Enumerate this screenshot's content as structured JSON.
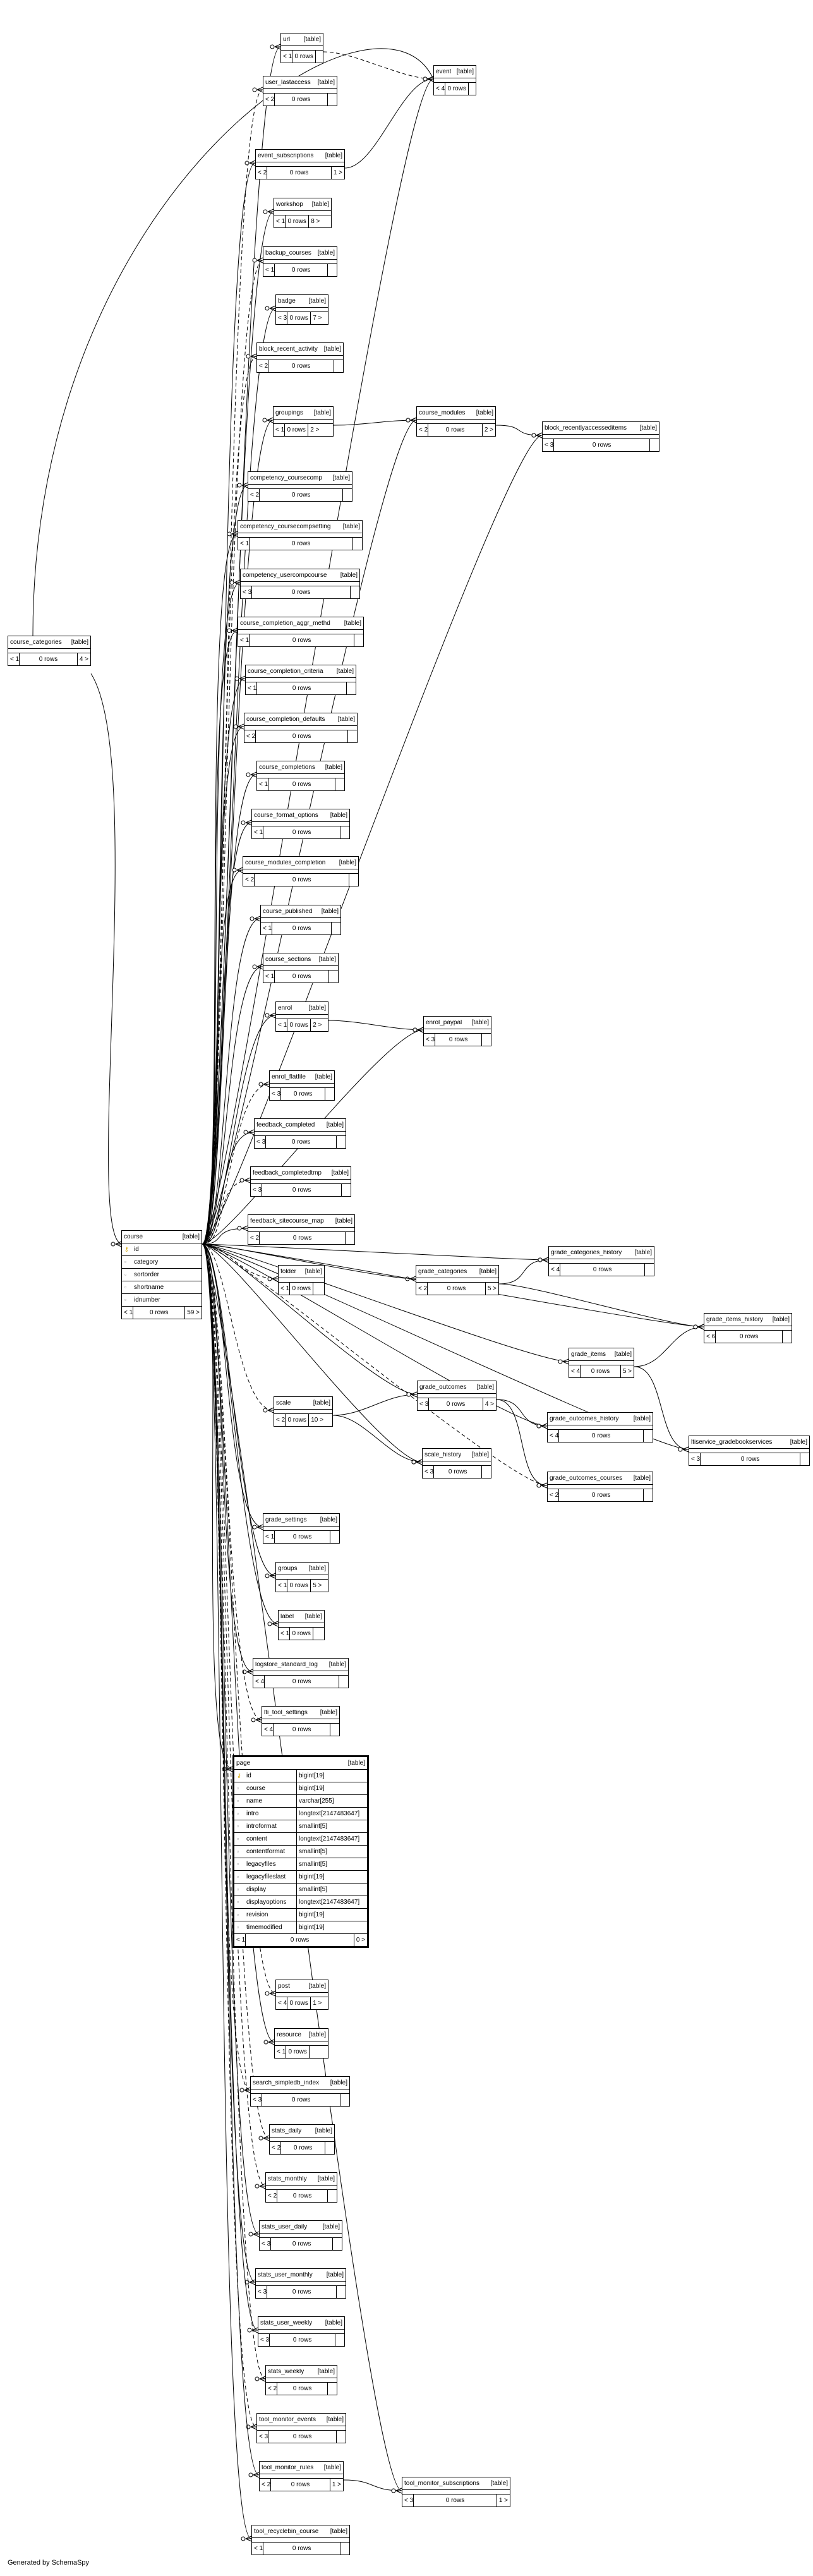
{
  "generated_by": "Generated by SchemaSpy",
  "tables": {
    "url": {
      "name": "url",
      "kind": "[table]",
      "parents": "< 1",
      "rows": "0 rows",
      "children": ""
    },
    "event": {
      "name": "event",
      "kind": "[table]",
      "parents": "< 4",
      "rows": "0 rows",
      "children": ""
    },
    "user_lastaccess": {
      "name": "user_lastaccess",
      "kind": "[table]",
      "parents": "< 2",
      "rows": "0 rows",
      "children": ""
    },
    "event_subscriptions": {
      "name": "event_subscriptions",
      "kind": "[table]",
      "parents": "< 2",
      "rows": "0 rows",
      "children": "1 >"
    },
    "workshop": {
      "name": "workshop",
      "kind": "[table]",
      "parents": "< 1",
      "rows": "0 rows",
      "children": "8 >"
    },
    "backup_courses": {
      "name": "backup_courses",
      "kind": "[table]",
      "parents": "< 1",
      "rows": "0 rows",
      "children": ""
    },
    "badge": {
      "name": "badge",
      "kind": "[table]",
      "parents": "< 3",
      "rows": "0 rows",
      "children": "7 >"
    },
    "block_recent_activity": {
      "name": "block_recent_activity",
      "kind": "[table]",
      "parents": "< 2",
      "rows": "0 rows",
      "children": ""
    },
    "groupings": {
      "name": "groupings",
      "kind": "[table]",
      "parents": "< 1",
      "rows": "0 rows",
      "children": "2 >"
    },
    "course_modules": {
      "name": "course_modules",
      "kind": "[table]",
      "parents": "< 2",
      "rows": "0 rows",
      "children": "2 >"
    },
    "block_recentlyaccesseditems": {
      "name": "block_recentlyaccesseditems",
      "kind": "[table]",
      "parents": "< 3",
      "rows": "0 rows",
      "children": ""
    },
    "competency_coursecomp": {
      "name": "competency_coursecomp",
      "kind": "[table]",
      "parents": "< 2",
      "rows": "0 rows",
      "children": ""
    },
    "competency_coursecompsetting": {
      "name": "competency_coursecompsetting",
      "kind": "[table]",
      "parents": "< 1",
      "rows": "0 rows",
      "children": ""
    },
    "competency_usercompcourse": {
      "name": "competency_usercompcourse",
      "kind": "[table]",
      "parents": "< 3",
      "rows": "0 rows",
      "children": ""
    },
    "course_categories": {
      "name": "course_categories",
      "kind": "[table]",
      "parents": "< 1",
      "rows": "0 rows",
      "children": "4 >"
    },
    "course_completion_aggr_methd": {
      "name": "course_completion_aggr_methd",
      "kind": "[table]",
      "parents": "< 1",
      "rows": "0 rows",
      "children": ""
    },
    "course_completion_criteria": {
      "name": "course_completion_criteria",
      "kind": "[table]",
      "parents": "< 1",
      "rows": "0 rows",
      "children": ""
    },
    "course_completion_defaults": {
      "name": "course_completion_defaults",
      "kind": "[table]",
      "parents": "< 2",
      "rows": "0 rows",
      "children": ""
    },
    "course_completions": {
      "name": "course_completions",
      "kind": "[table]",
      "parents": "< 1",
      "rows": "0 rows",
      "children": ""
    },
    "course_format_options": {
      "name": "course_format_options",
      "kind": "[table]",
      "parents": "< 1",
      "rows": "0 rows",
      "children": ""
    },
    "course_modules_completion": {
      "name": "course_modules_completion",
      "kind": "[table]",
      "parents": "< 2",
      "rows": "0 rows",
      "children": ""
    },
    "course_published": {
      "name": "course_published",
      "kind": "[table]",
      "parents": "< 1",
      "rows": "0 rows",
      "children": ""
    },
    "course_sections": {
      "name": "course_sections",
      "kind": "[table]",
      "parents": "< 1",
      "rows": "0 rows",
      "children": ""
    },
    "enrol": {
      "name": "enrol",
      "kind": "[table]",
      "parents": "< 1",
      "rows": "0 rows",
      "children": "2 >"
    },
    "enrol_paypal": {
      "name": "enrol_paypal",
      "kind": "[table]",
      "parents": "< 3",
      "rows": "0 rows",
      "children": ""
    },
    "enrol_flatfile": {
      "name": "enrol_flatfile",
      "kind": "[table]",
      "parents": "< 3",
      "rows": "0 rows",
      "children": ""
    },
    "feedback_completed": {
      "name": "feedback_completed",
      "kind": "[table]",
      "parents": "< 3",
      "rows": "0 rows",
      "children": ""
    },
    "feedback_completedtmp": {
      "name": "feedback_completedtmp",
      "kind": "[table]",
      "parents": "< 3",
      "rows": "0 rows",
      "children": ""
    },
    "feedback_sitecourse_map": {
      "name": "feedback_sitecourse_map",
      "kind": "[table]",
      "parents": "< 2",
      "rows": "0 rows",
      "children": ""
    },
    "course": {
      "name": "course",
      "kind": "[table]",
      "parents": "< 1",
      "rows": "0 rows",
      "children": "59 >",
      "columns": [
        {
          "name": "id",
          "pk": true
        },
        {
          "name": "category",
          "pk": false
        },
        {
          "name": "sortorder",
          "pk": false
        },
        {
          "name": "shortname",
          "pk": false
        },
        {
          "name": "idnumber",
          "pk": false
        }
      ]
    },
    "folder": {
      "name": "folder",
      "kind": "[table]",
      "parents": "< 1",
      "rows": "0 rows",
      "children": ""
    },
    "grade_categories": {
      "name": "grade_categories",
      "kind": "[table]",
      "parents": "< 2",
      "rows": "0 rows",
      "children": "5 >"
    },
    "grade_categories_history": {
      "name": "grade_categories_history",
      "kind": "[table]",
      "parents": "< 4",
      "rows": "0 rows",
      "children": ""
    },
    "grade_items_history": {
      "name": "grade_items_history",
      "kind": "[table]",
      "parents": "< 6",
      "rows": "0 rows",
      "children": ""
    },
    "grade_items": {
      "name": "grade_items",
      "kind": "[table]",
      "parents": "< 4",
      "rows": "0 rows",
      "children": "5 >"
    },
    "scale": {
      "name": "scale",
      "kind": "[table]",
      "parents": "< 2",
      "rows": "0 rows",
      "children": "10 >"
    },
    "grade_outcomes": {
      "name": "grade_outcomes",
      "kind": "[table]",
      "parents": "< 3",
      "rows": "0 rows",
      "children": "4 >"
    },
    "grade_outcomes_history": {
      "name": "grade_outcomes_history",
      "kind": "[table]",
      "parents": "< 4",
      "rows": "0 rows",
      "children": ""
    },
    "ltiservice_gradebookservices": {
      "name": "ltiservice_gradebookservices",
      "kind": "[table]",
      "parents": "< 3",
      "rows": "0 rows",
      "children": ""
    },
    "scale_history": {
      "name": "scale_history",
      "kind": "[table]",
      "parents": "< 3",
      "rows": "0 rows",
      "children": ""
    },
    "grade_outcomes_courses": {
      "name": "grade_outcomes_courses",
      "kind": "[table]",
      "parents": "< 2",
      "rows": "0 rows",
      "children": ""
    },
    "grade_settings": {
      "name": "grade_settings",
      "kind": "[table]",
      "parents": "< 1",
      "rows": "0 rows",
      "children": ""
    },
    "groups": {
      "name": "groups",
      "kind": "[table]",
      "parents": "< 1",
      "rows": "0 rows",
      "children": "5 >"
    },
    "label": {
      "name": "label",
      "kind": "[table]",
      "parents": "< 1",
      "rows": "0 rows",
      "children": ""
    },
    "logstore_standard_log": {
      "name": "logstore_standard_log",
      "kind": "[table]",
      "parents": "< 4",
      "rows": "0 rows",
      "children": ""
    },
    "lti_tool_settings": {
      "name": "lti_tool_settings",
      "kind": "[table]",
      "parents": "< 4",
      "rows": "0 rows",
      "children": ""
    },
    "page": {
      "name": "page",
      "kind": "[table]",
      "parents": "< 1",
      "rows": "0 rows",
      "children": "0 >",
      "columns": [
        {
          "name": "id",
          "type": "bigint[19]",
          "pk": true
        },
        {
          "name": "course",
          "type": "bigint[19]",
          "pk": false
        },
        {
          "name": "name",
          "type": "varchar[255]",
          "pk": false
        },
        {
          "name": "intro",
          "type": "longtext[2147483647]",
          "pk": false
        },
        {
          "name": "introformat",
          "type": "smallint[5]",
          "pk": false
        },
        {
          "name": "content",
          "type": "longtext[2147483647]",
          "pk": false
        },
        {
          "name": "contentformat",
          "type": "smallint[5]",
          "pk": false
        },
        {
          "name": "legacyfiles",
          "type": "smallint[5]",
          "pk": false
        },
        {
          "name": "legacyfileslast",
          "type": "bigint[19]",
          "pk": false
        },
        {
          "name": "display",
          "type": "smallint[5]",
          "pk": false
        },
        {
          "name": "displayoptions",
          "type": "longtext[2147483647]",
          "pk": false
        },
        {
          "name": "revision",
          "type": "bigint[19]",
          "pk": false
        },
        {
          "name": "timemodified",
          "type": "bigint[19]",
          "pk": false
        }
      ]
    },
    "post": {
      "name": "post",
      "kind": "[table]",
      "parents": "< 4",
      "rows": "0 rows",
      "children": "1 >"
    },
    "resource": {
      "name": "resource",
      "kind": "[table]",
      "parents": "< 1",
      "rows": "0 rows",
      "children": ""
    },
    "search_simpledb_index": {
      "name": "search_simpledb_index",
      "kind": "[table]",
      "parents": "< 3",
      "rows": "0 rows",
      "children": ""
    },
    "stats_daily": {
      "name": "stats_daily",
      "kind": "[table]",
      "parents": "< 2",
      "rows": "0 rows",
      "children": ""
    },
    "stats_monthly": {
      "name": "stats_monthly",
      "kind": "[table]",
      "parents": "< 2",
      "rows": "0 rows",
      "children": ""
    },
    "stats_user_daily": {
      "name": "stats_user_daily",
      "kind": "[table]",
      "parents": "< 3",
      "rows": "0 rows",
      "children": ""
    },
    "stats_user_monthly": {
      "name": "stats_user_monthly",
      "kind": "[table]",
      "parents": "< 3",
      "rows": "0 rows",
      "children": ""
    },
    "stats_user_weekly": {
      "name": "stats_user_weekly",
      "kind": "[table]",
      "parents": "< 3",
      "rows": "0 rows",
      "children": ""
    },
    "stats_weekly": {
      "name": "stats_weekly",
      "kind": "[table]",
      "parents": "< 2",
      "rows": "0 rows",
      "children": ""
    },
    "tool_monitor_events": {
      "name": "tool_monitor_events",
      "kind": "[table]",
      "parents": "< 3",
      "rows": "0 rows",
      "children": ""
    },
    "tool_monitor_rules": {
      "name": "tool_monitor_rules",
      "kind": "[table]",
      "parents": "< 2",
      "rows": "0 rows",
      "children": "1 >"
    },
    "tool_monitor_subscriptions": {
      "name": "tool_monitor_subscriptions",
      "kind": "[table]",
      "parents": "< 3",
      "rows": "0 rows",
      "children": "1 >"
    },
    "tool_recyclebin_course": {
      "name": "tool_recyclebin_course",
      "kind": "[table]",
      "parents": "< 1",
      "rows": "0 rows",
      "children": ""
    }
  }
}
